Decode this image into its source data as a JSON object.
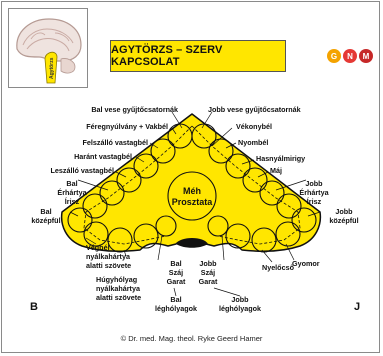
{
  "title": "AGYTÖRZS – SZERV KAPCSOLAT",
  "brain_label": "Agytörzs",
  "logo": {
    "letters": [
      "G",
      "N",
      "M"
    ],
    "colors": [
      "#f4a300",
      "#e53935",
      "#c62828"
    ]
  },
  "center": {
    "line1": "Méh",
    "line2": "Prosztata"
  },
  "side_left": "B",
  "side_right": "J",
  "labels": {
    "bal_vese": "Bal vese gyűjtőcsatornák",
    "jobb_vese": "Jobb vese gyűjtőcsatornák",
    "fereg": "Féregnyúlvány + Vakbél",
    "vekonybel": "Vékonybél",
    "felszallo": "Felszálló vastagbél",
    "nyombel": "Nyombél",
    "harant": "Haránt vastagbél",
    "hasnyal": "Hasnyálmirigy",
    "leszallo": "Leszálló vastagbél",
    "maj": "Máj",
    "bal_erh_1": "Bal",
    "bal_erh_2": "Érhártya",
    "bal_erh_3": "Írisz",
    "jobb_erh_1": "Jobb",
    "jobb_erh_2": "Érhártya",
    "jobb_erh_3": "Írisz",
    "bal_kozep_1": "Bal",
    "bal_kozep_2": "középfül",
    "jobb_kozep_1": "Jobb",
    "jobb_kozep_2": "középfül",
    "vegbel_1": "Végbél",
    "vegbel_2": "nyálkahártya",
    "vegbel_3": "alatti szövete",
    "hugy_1": "Húgyhólyag",
    "hugy_2": "nyálkahártya",
    "hugy_3": "alatti szövete",
    "bal_szaj_1": "Bal",
    "bal_szaj_2": "Száj",
    "bal_szaj_3": "Garat",
    "jobb_szaj_1": "Jobb",
    "jobb_szaj_2": "Száj",
    "jobb_szaj_3": "Garat",
    "nyelocso": "Nyelőcső",
    "gyomor": "Gyomor",
    "bal_legh_1": "Bal",
    "bal_legh_2": "léghólyagok",
    "jobb_legh_1": "Jobb",
    "jobb_legh_2": "léghólyagok"
  },
  "copyright": "© Dr. med. Mag. theol. Ryke Geerd Hamer",
  "colors": {
    "yellow": "#ffe600",
    "outline": "#111111"
  }
}
